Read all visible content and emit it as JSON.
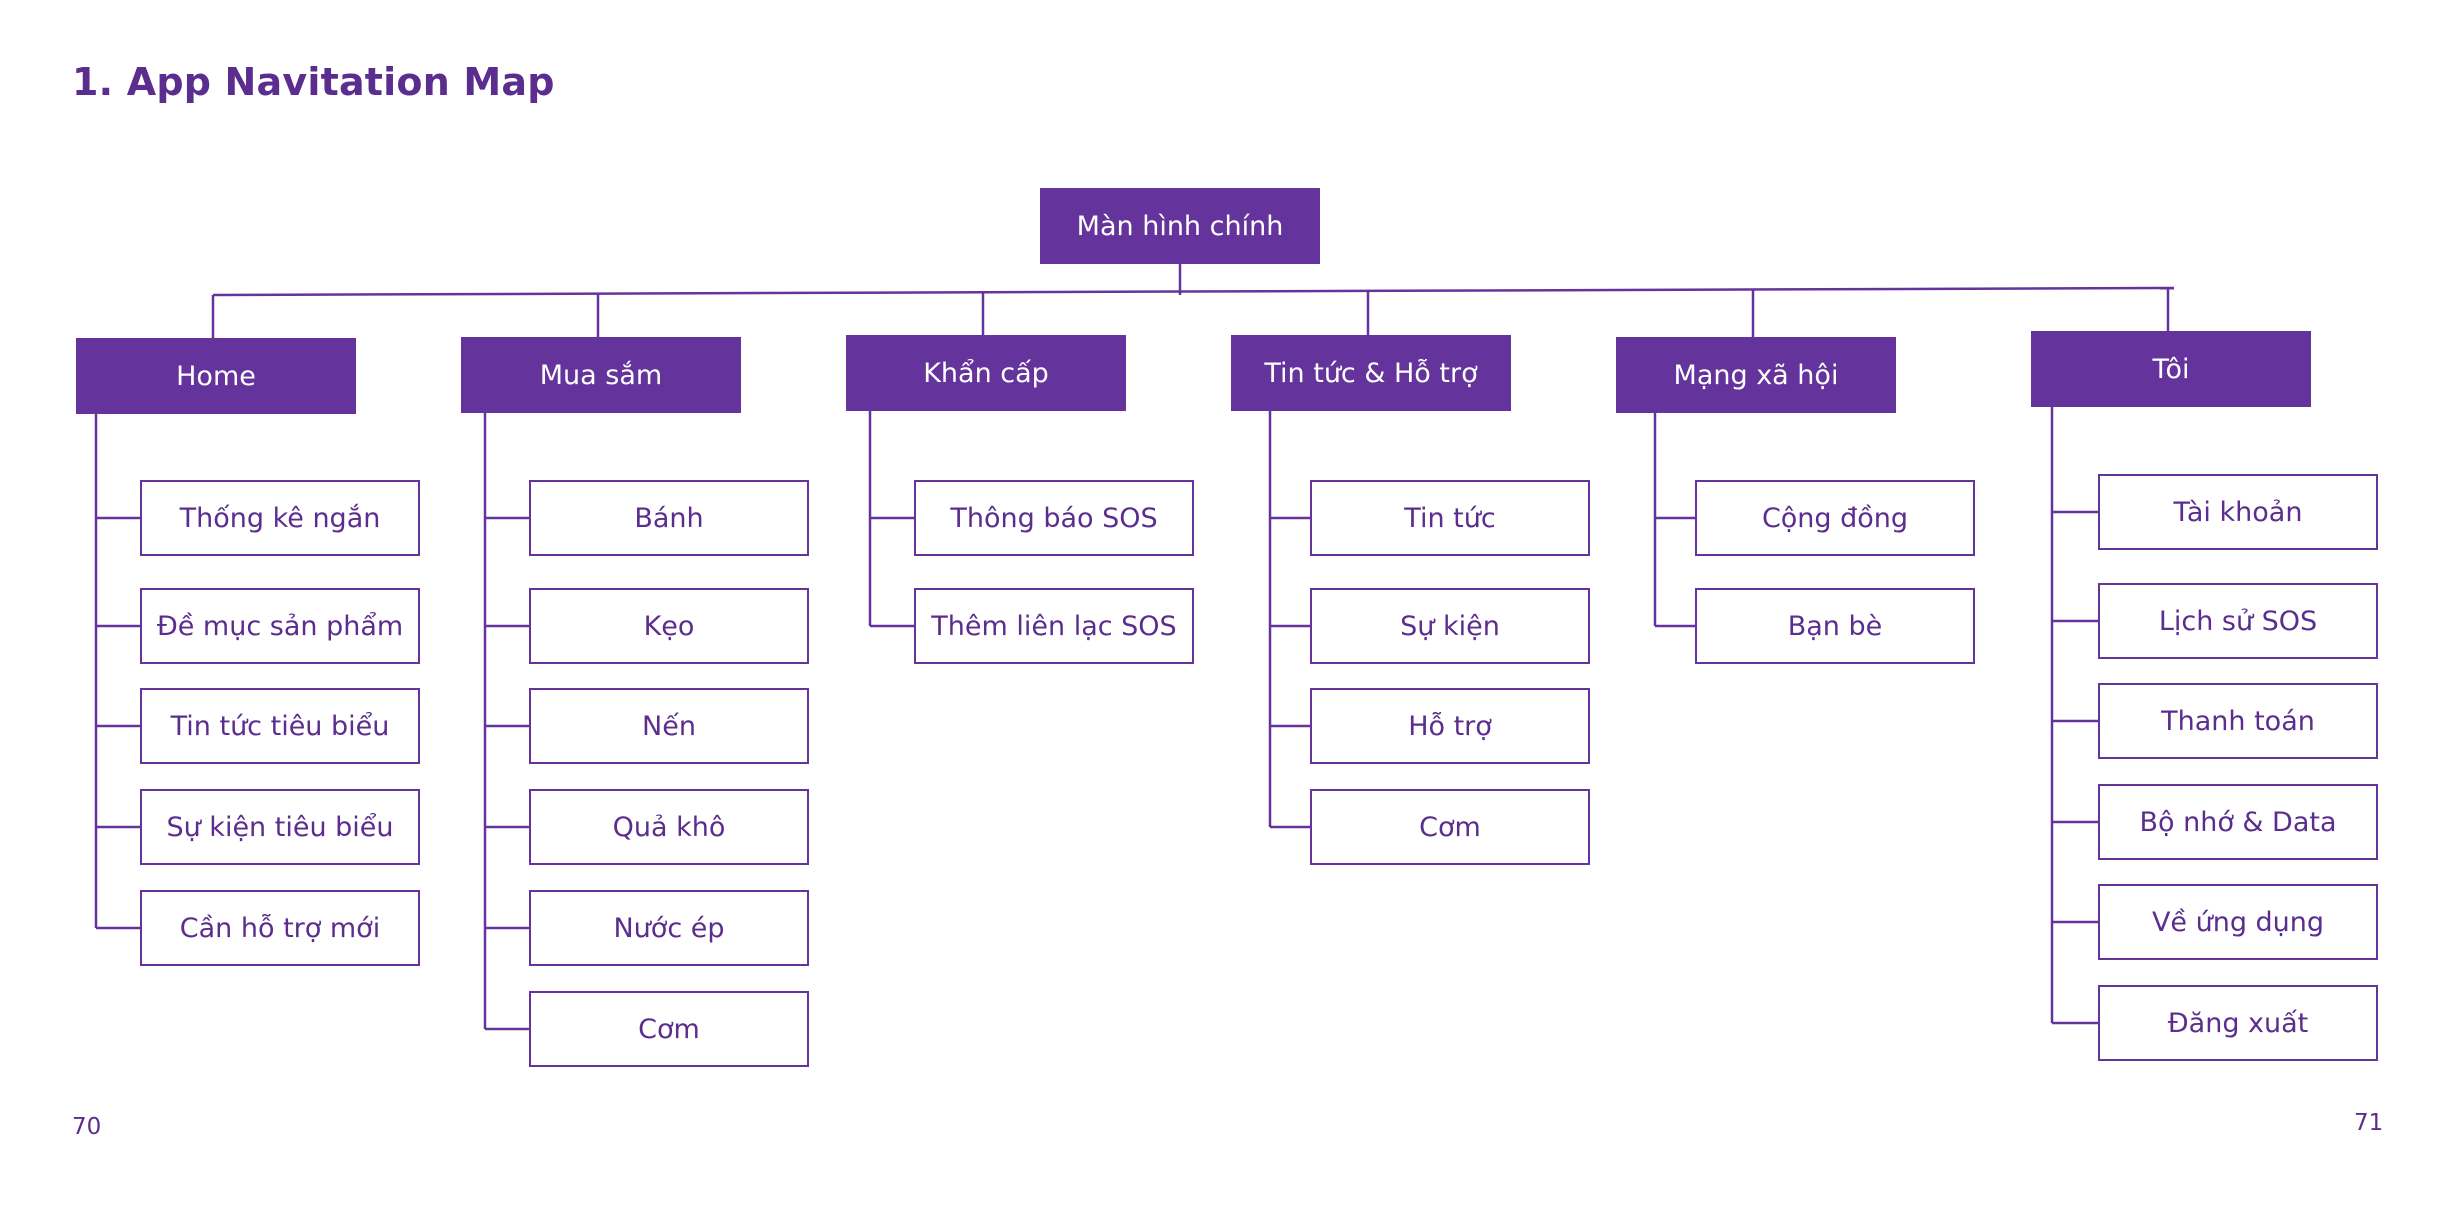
{
  "title": "1. App Navitation Map",
  "colors": {
    "accent": "#64339b",
    "text": "#5b2d8e",
    "background": "#ffffff"
  },
  "root": {
    "label": "Màn hình chính"
  },
  "sections": [
    {
      "label": "Home",
      "items": [
        "Thống kê ngắn",
        "Đề mục sản phẩm",
        "Tin tức tiêu biểu",
        "Sự kiện tiêu biểu",
        "Cần hỗ trợ mới"
      ]
    },
    {
      "label": "Mua sắm",
      "items": [
        "Bánh",
        "Kẹo",
        "Nến",
        "Quả khô",
        "Nước ép",
        "Cơm"
      ]
    },
    {
      "label": "Khẩn cấp",
      "items": [
        "Thông báo SOS",
        "Thêm liên lạc SOS"
      ]
    },
    {
      "label": "Tin tức & Hỗ trợ",
      "items": [
        "Tin tức",
        "Sự kiện",
        "Hỗ trợ",
        "Cơm"
      ]
    },
    {
      "label": "Mạng xã hội",
      "items": [
        "Cộng đồng",
        "Bạn bè"
      ]
    },
    {
      "label": "Tôi",
      "items": [
        "Tài khoản",
        "Lịch sử SOS",
        "Thanh toán",
        "Bộ nhớ & Data",
        "Về ứng dụng",
        "Đăng xuất"
      ]
    }
  ],
  "page_numbers": {
    "left": "70",
    "right": "71"
  }
}
